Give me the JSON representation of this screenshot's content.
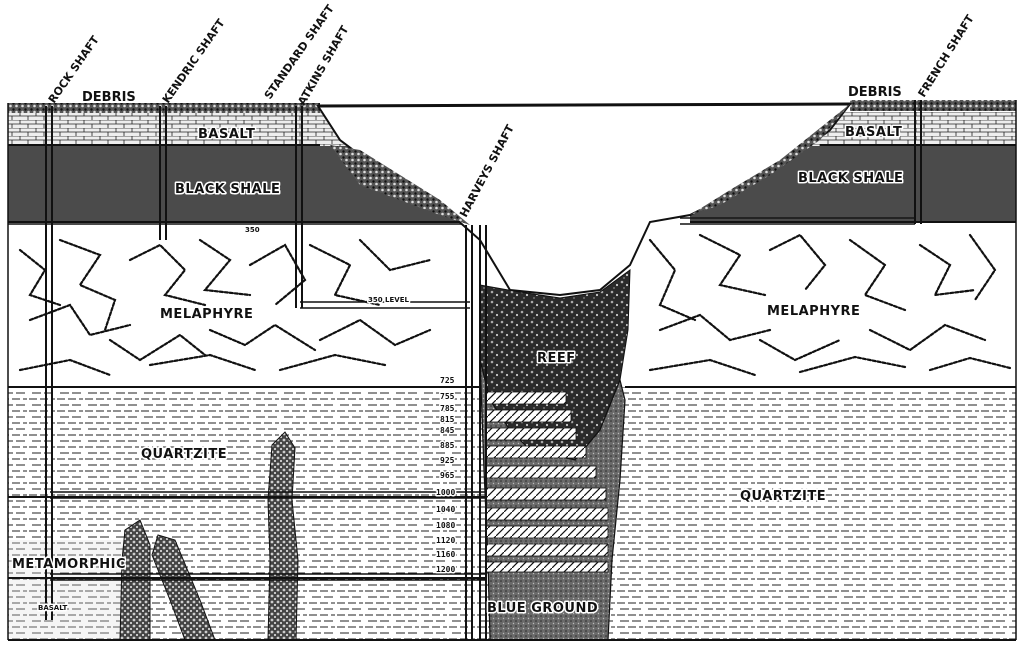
{
  "colors": {
    "ink": "#111111",
    "paper": "#ffffff",
    "shale": "#4a4a4a",
    "basalt": "#e6e6e6"
  },
  "shafts": [
    {
      "id": "rock",
      "label": "ROCK SHAFT"
    },
    {
      "id": "kendric",
      "label": "KENDRIC SHAFT"
    },
    {
      "id": "standard",
      "label": "STANDARD SHAFT"
    },
    {
      "id": "atkins",
      "label": "ATKINS SHAFT"
    },
    {
      "id": "harveys",
      "label": "HARVEYS SHAFT"
    },
    {
      "id": "french",
      "label": "FRENCH SHAFT"
    }
  ],
  "debris_labels": [
    "DEBRIS",
    "DEBRIS"
  ],
  "layers": {
    "basalt_left": "BASALT",
    "basalt_right": "BASALT",
    "black_shale_left": "BLACK SHALE",
    "black_shale_right": "BLACK SHALE",
    "melaphyre_left": "MELAPHYRE",
    "melaphyre_right": "MELAPHYRE",
    "quartzite_left": "QUARTZITE",
    "quartzite_right": "QUARTZITE",
    "reef": "REEF",
    "blue_ground": "BLUE GROUND",
    "metamorphic": "METAMORPHIC",
    "basalt_bottom": "BASALT"
  },
  "level_labels": {
    "level_350": "350 LEVEL",
    "level_small": "350"
  },
  "depth_levels": [
    "725",
    "755",
    "785",
    "815",
    "845",
    "885",
    "925",
    "965",
    "1000",
    "1040",
    "1080",
    "1120",
    "1160",
    "1200"
  ]
}
